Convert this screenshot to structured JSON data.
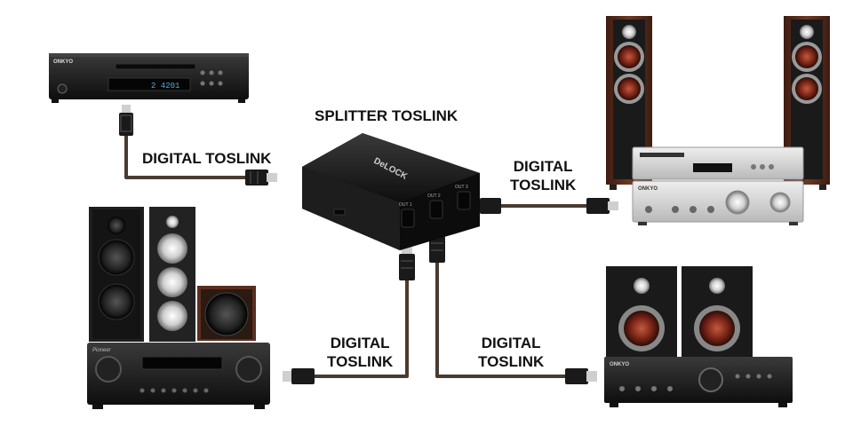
{
  "title": "SPLITTER TOSLINK",
  "splitter": {
    "brand": "DeLOCK",
    "ports": [
      "OUT 1",
      "OUT 2",
      "OUT 3"
    ]
  },
  "devices": {
    "cd_player": {
      "brand": "ONKYO",
      "display": "2  4201"
    },
    "tower_receiver": {
      "brand": "ONKYO"
    },
    "av_receiver": {
      "brand": "Pioneer"
    },
    "stereo_amp": {
      "brand": "ONKYO"
    }
  },
  "cables": {
    "input": {
      "line1": "DIGITAL TOSLINK"
    },
    "out1": {
      "line1": "DIGITAL",
      "line2": "TOSLINK"
    },
    "out2": {
      "line1": "DIGITAL",
      "line2": "TOSLINK"
    },
    "out3": {
      "line1": "DIGITAL",
      "line2": "TOSLINK"
    }
  },
  "colors": {
    "cable": "#4a3b30",
    "device_dark": "#1b1b1b",
    "wood": "#5a2e1e",
    "silver": "#cfcfcf",
    "cone_red": "#8a2a1e"
  }
}
